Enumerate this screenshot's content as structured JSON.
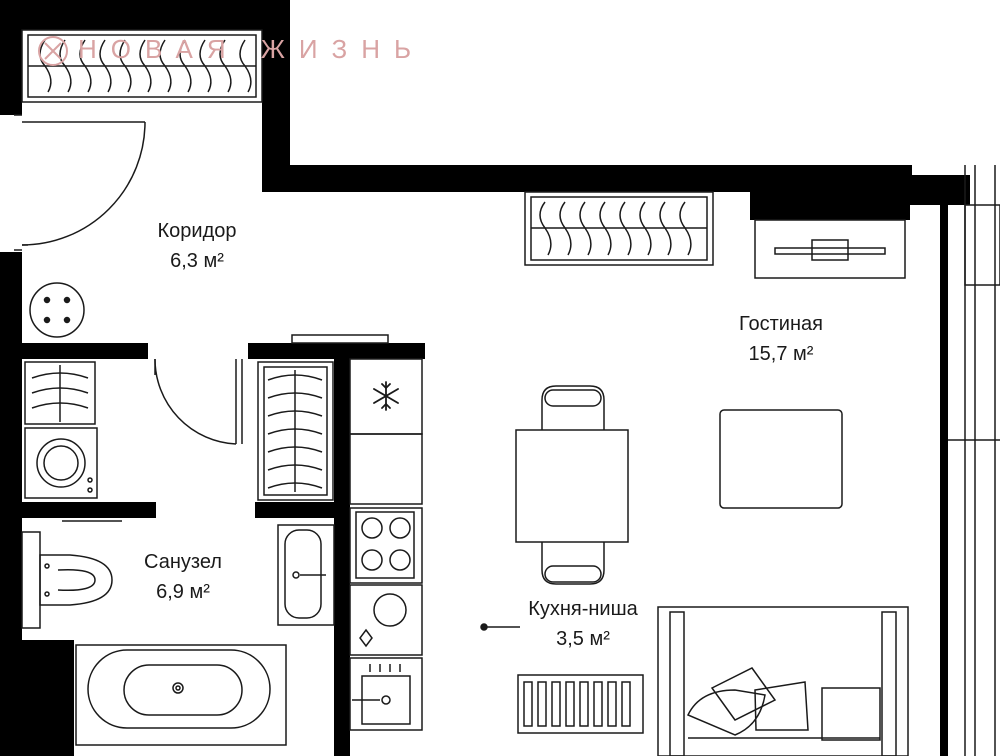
{
  "logo": {
    "text": "НОВАЯ ЖИЗНЬ",
    "color": "#d9a3a3"
  },
  "colors": {
    "wall": "#000000",
    "line": "#1a1a1a",
    "background": "#ffffff"
  },
  "rooms": [
    {
      "name": "Коридор",
      "area": "6,3 м²"
    },
    {
      "name": "Гостиная",
      "area": "15,7 м²"
    },
    {
      "name": "Санузел",
      "area": "6,9 м²"
    },
    {
      "name": "Кухня-ниша",
      "area": "3,5 м²"
    }
  ],
  "icons": [
    "snowflake-icon",
    "radiator-icon",
    "stove-icon",
    "sink-icon",
    "toilet-icon",
    "bathtub-icon",
    "washing-machine-icon",
    "sofa-icon",
    "table-icon",
    "chair-icon",
    "tv-icon",
    "wardrobe-icon"
  ]
}
